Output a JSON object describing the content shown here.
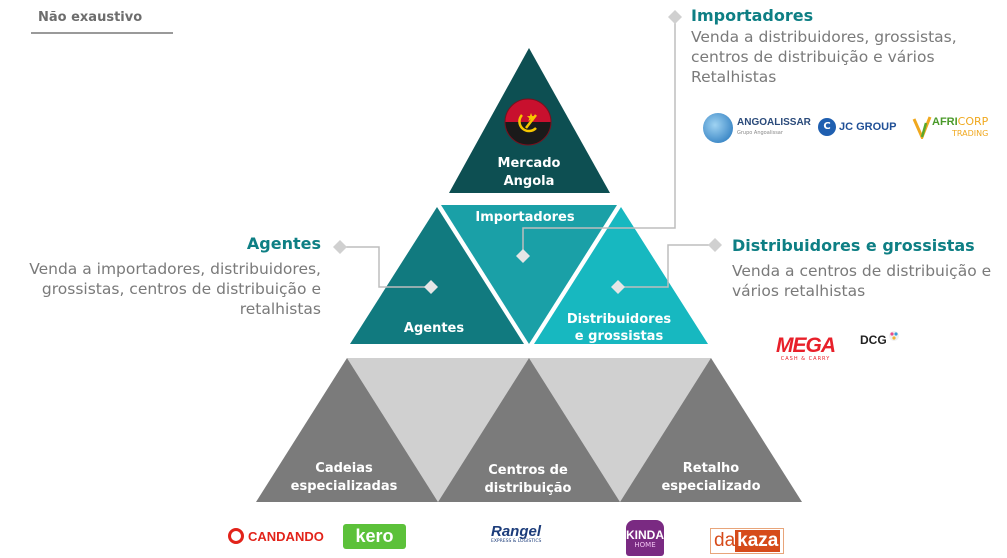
{
  "tag": "Não exaustivo",
  "apex": {
    "line1": "Mercado",
    "line2": "Angola"
  },
  "middle": {
    "importadores": "Importadores",
    "agentes": "Agentes",
    "distribuidores": {
      "line1": "Distribuidores",
      "line2": "e grossistas"
    }
  },
  "bottom": {
    "cadeias": {
      "line1": "Cadeias",
      "line2": "especializadas"
    },
    "centros": {
      "line1": "Centros de",
      "line2": "distribuição"
    },
    "retalho": {
      "line1": "Retalho",
      "line2": "especializado"
    }
  },
  "callouts": {
    "importadores": {
      "title": "Importadores",
      "desc": "Venda a distribuidores, grossistas, centros de distribuição e vários Retalhistas"
    },
    "agentes": {
      "title": "Agentes",
      "desc": "Venda a importadores, distribuidores, grossistas, centros de distribuição e retalhistas"
    },
    "distribuidores": {
      "title": "Distribuidores e grossistas",
      "desc": "Venda a centros de distribuição e vários retalhistas"
    }
  },
  "logos": {
    "angoalissar": {
      "name": "ANGOALISSAR",
      "sub": "Grupo Angoalissar"
    },
    "jcgroup": "JC GROUP",
    "africorp": {
      "a": "AFRI",
      "b": "CORP",
      "c": "TRADING"
    },
    "mega": {
      "name": "MEGA",
      "sub": "CASH & CARRY"
    },
    "dcg": "DCG",
    "candando": "CANDANDO",
    "kero": "kero",
    "rangel": {
      "name": "Rangel",
      "sub": "EXPRESS & LOGISTICS"
    },
    "kinda": {
      "name": "KINDA",
      "sub": "HOME"
    },
    "dakaza": {
      "a": "da",
      "b": "kaza"
    }
  },
  "colors": {
    "dark_teal": "#0d4f52",
    "mid_teal": "#117a7f",
    "light_teal": "#1ea6ad",
    "bright_teal": "#17b5bd",
    "grey_dark": "#7b7b7b",
    "grey_light": "#d0d0d0",
    "connector": "#bdbdbd",
    "title_teal": "#0e7f84"
  }
}
